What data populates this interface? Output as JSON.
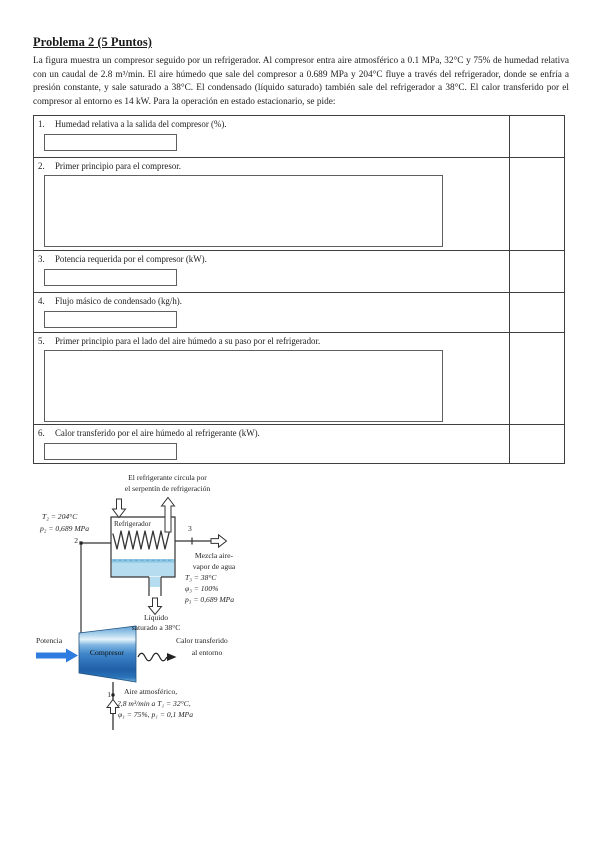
{
  "doc": {
    "title": "Problema 2 (5 Puntos)",
    "intro": "La figura muestra un compresor seguido por un refrigerador. Al compresor entra aire atmosférico a 0.1 MPa, 32°C y 75% de humedad relativa con un caudal de 2.8 m³/min. El aire húmedo que sale del compresor a 0.689 MPa y 204°C fluye a través del refrigerador, donde se enfría a presión constante, y sale saturado a 38°C. El condensado (líquido saturado) también sale del refrigerador a 38°C. El calor transferido por el compresor al entorno es 14 kW. Para la operación en estado estacionario, se pide:"
  },
  "questions": [
    {
      "number": "1.",
      "text": "Humedad relativa a la salida del compresor (%).",
      "answer": "",
      "points": ""
    },
    {
      "number": "2.",
      "text": "Primer principio para el compresor.",
      "answer": "",
      "points": ""
    },
    {
      "number": "3.",
      "text": "Potencia requerida por el compresor (kW).",
      "answer": "",
      "points": ""
    },
    {
      "number": "4.",
      "text": "Flujo másico de condensado (kg/h).",
      "answer": "",
      "points": ""
    },
    {
      "number": "5.",
      "text": "Primer principio para el lado del aire húmedo a su paso por el refrigerador.",
      "answer": "",
      "points": ""
    },
    {
      "number": "6.",
      "text": "Calor transferido por el aire húmedo al refrigerante (kW).",
      "answer": "",
      "points": ""
    }
  ],
  "diagram": {
    "refrigerant_note_line1": "El refrigerante circula por",
    "refrigerant_note_line2": "el serpentín de refrigeración",
    "refrigerator_label": "Refrigerador",
    "state2_temp": "T₂ = 204°C",
    "state2_pressure": "p₂ = 0,689 MPa",
    "state2_point": "2",
    "state3_point": "3",
    "outlet_line1": "Mezcla aire-",
    "outlet_line2": "vapor de agua",
    "state3_temp": "T₃ = 38°C",
    "state3_humidity": "φ₃ = 100%",
    "state3_pressure": "p₃ = 0,689 MPa",
    "condensate_line1": "Líquido",
    "condensate_line2": "saturado a 38°C",
    "power_label": "Potencia",
    "compressor_label": "Compresor",
    "heat_line1": "Calor transferido",
    "heat_line2": "al entorno",
    "state1_point": "1",
    "inlet_line1": "Aire atmosférico,",
    "inlet_line2": "2,8 m³/min a T₁ = 32°C,",
    "inlet_line3": "φ₁ = 75%, p₁ = 0,1 MPa",
    "colors": {
      "compressor_blue_dark": "#1f5fa8",
      "compressor_blue_light": "#8fc3e8",
      "power_arrow_blue": "#2e7ce0",
      "liquid_blue": "#b5dcef",
      "liquid_surface_blue": "#8fc6e3",
      "line_black": "#333333"
    }
  }
}
